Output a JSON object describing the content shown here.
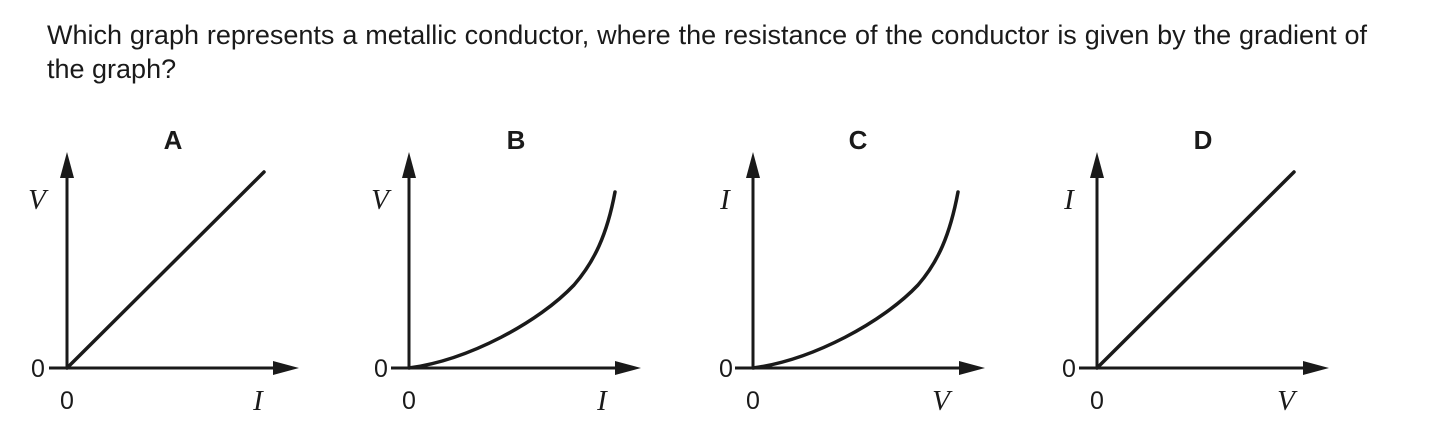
{
  "question": "Which graph represents a metallic conductor, where the resistance of the conductor is given by the gradient of the graph?",
  "graphs": [
    {
      "label": "A",
      "y_axis": "V",
      "x_axis": "I",
      "origin_x": "0",
      "origin_y": "0",
      "curve": "straight line through origin"
    },
    {
      "label": "B",
      "y_axis": "V",
      "x_axis": "I",
      "origin_x": "0",
      "origin_y": "0",
      "curve": "curve through origin, gradient increasing"
    },
    {
      "label": "C",
      "y_axis": "I",
      "x_axis": "V",
      "origin_x": "0",
      "origin_y": "0",
      "curve": "curve through origin, gradient increasing"
    },
    {
      "label": "D",
      "y_axis": "I",
      "x_axis": "V",
      "origin_x": "0",
      "origin_y": "0",
      "curve": "straight line through origin"
    }
  ]
}
